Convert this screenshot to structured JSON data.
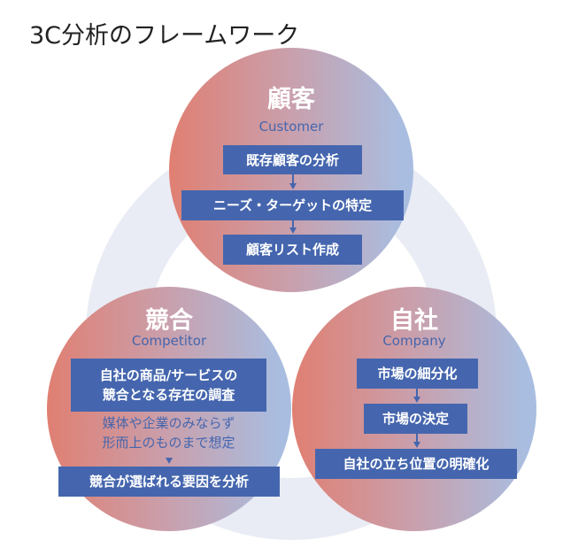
{
  "title": "3C分析のフレームワーク",
  "colors": {
    "box": "#4566ae",
    "gradient_start": "#e07f72",
    "gradient_end": "#a9bde0",
    "ring": "#e9ecf4"
  },
  "customer": {
    "title": "顧客",
    "subtitle": "Customer",
    "steps": [
      "既存顧客の分析",
      "ニーズ・ターゲットの特定",
      "顧客リスト作成"
    ]
  },
  "competitor": {
    "title": "競合",
    "subtitle": "Competitor",
    "step1_line1": "自社の商品/サービスの",
    "step1_line2": "競合となる存在の調査",
    "note_line1": "媒体や企業のみならず",
    "note_line2": "形而上のものまで想定",
    "step2": "競合が選ばれる要因を分析"
  },
  "company": {
    "title": "自社",
    "subtitle": "Company",
    "steps": [
      "市場の細分化",
      "市場の決定",
      "自社の立ち位置の明確化"
    ]
  }
}
